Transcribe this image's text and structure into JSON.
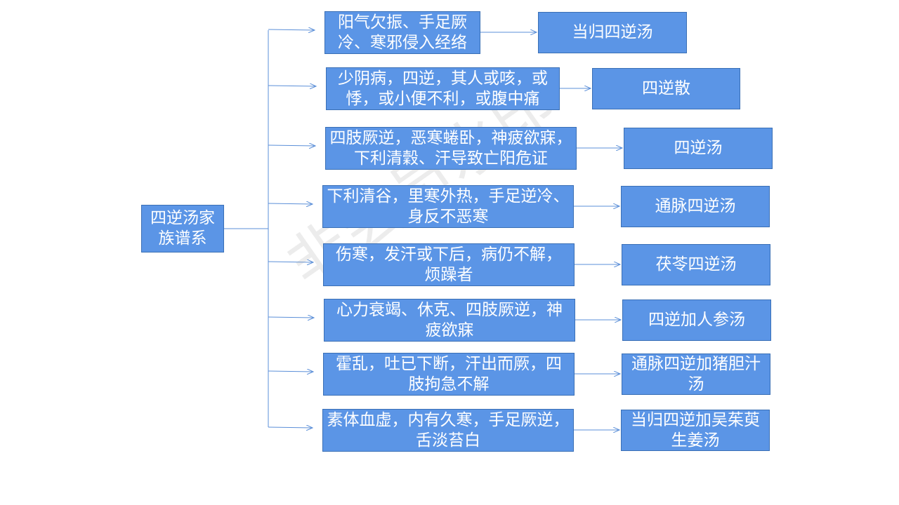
{
  "root": {
    "label": "四逆汤家\n族谱系"
  },
  "branches": [
    {
      "condition": "阳气欠振、手足厥\n冷、寒邪侵入经络",
      "formula": "当归四逆汤"
    },
    {
      "condition": "少阴病，四逆，其人或咳，或\n悸，或小便不利，或腹中痛",
      "formula": "四逆散"
    },
    {
      "condition": "四肢厥逆，恶寒蜷卧，神疲欲寐，\n下利清穀、汗导致亡阳危证",
      "formula": "四逆汤"
    },
    {
      "condition": "下利清谷，里寒外热，手足逆冷、\n身反不恶寒",
      "formula": "通脉四逆汤"
    },
    {
      "condition": "伤寒，发汗或下后，病仍不解，\n烦躁者",
      "formula": "茯苓四逆汤"
    },
    {
      "condition": "心力衰竭、休克、四肢厥逆，神\n疲欲寐",
      "formula": "四逆加人参汤"
    },
    {
      "condition": "霍乱，吐已下断，汗出而厥，四\n肢拘急不解",
      "formula": "通脉四逆加猪胆汁\n汤"
    },
    {
      "condition": "素体血虚，内有久寒，手足厥逆，\n舌淡苔白",
      "formula": "当归四逆加吴茱萸\n生姜汤"
    }
  ],
  "watermark": "非会员水印",
  "colors": {
    "box_fill": "#5b95e6",
    "box_border": "#3a6fb5",
    "connector": "#5b8fd8"
  }
}
